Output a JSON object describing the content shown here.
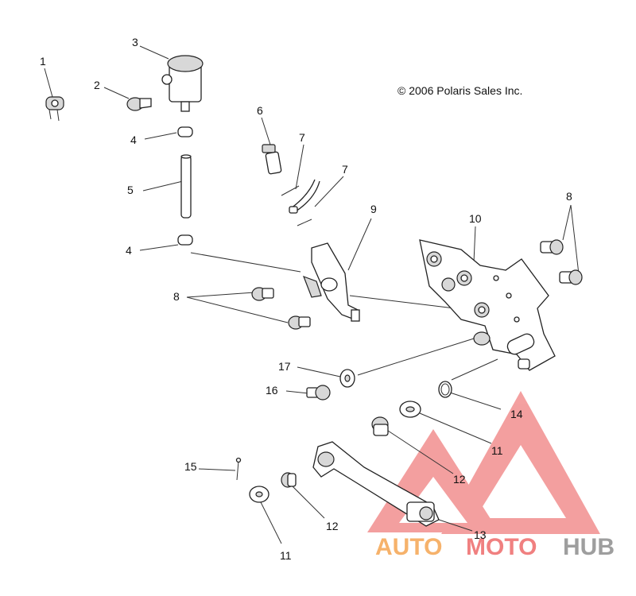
{
  "copyright": "© 2006 Polaris Sales Inc.",
  "callouts": [
    {
      "id": "c1",
      "text": "1"
    },
    {
      "id": "c2",
      "text": "2"
    },
    {
      "id": "c3",
      "text": "3"
    },
    {
      "id": "c4a",
      "text": "4"
    },
    {
      "id": "c4b",
      "text": "4"
    },
    {
      "id": "c5",
      "text": "5"
    },
    {
      "id": "c6",
      "text": "6"
    },
    {
      "id": "c7a",
      "text": "7"
    },
    {
      "id": "c7b",
      "text": "7"
    },
    {
      "id": "c8a",
      "text": "8"
    },
    {
      "id": "c8b",
      "text": "8"
    },
    {
      "id": "c9",
      "text": "9"
    },
    {
      "id": "c10",
      "text": "10"
    },
    {
      "id": "c11a",
      "text": "11"
    },
    {
      "id": "c11b",
      "text": "11"
    },
    {
      "id": "c12a",
      "text": "12"
    },
    {
      "id": "c12b",
      "text": "12"
    },
    {
      "id": "c13",
      "text": "13"
    },
    {
      "id": "c14",
      "text": "14"
    },
    {
      "id": "c15",
      "text": "15"
    },
    {
      "id": "c16",
      "text": "16"
    },
    {
      "id": "c17",
      "text": "17"
    }
  ],
  "watermark": {
    "part1": "AUTO",
    "part2": "MOTO",
    "part3": "HUB",
    "color_red": "#f08080",
    "color_orange": "#f6b26b",
    "color_gray": "#9e9e9e"
  }
}
